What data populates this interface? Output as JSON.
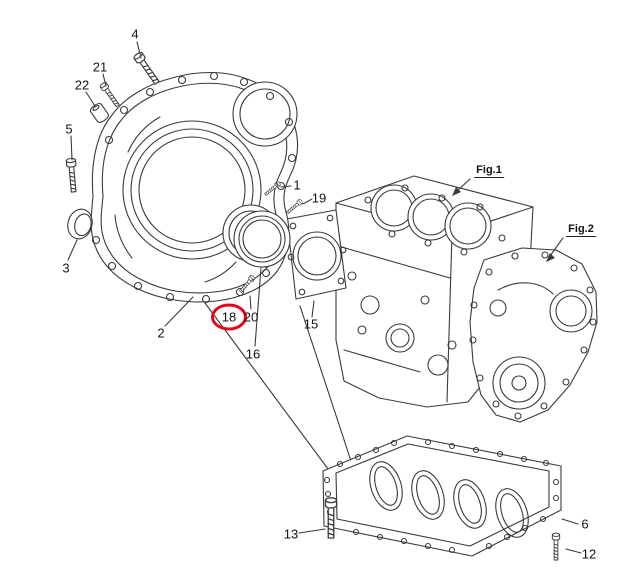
{
  "diagram": {
    "figure_labels": [
      {
        "text": "Fig.1"
      },
      {
        "text": "Fig.2"
      }
    ],
    "part_callouts": [
      {
        "text": "1"
      },
      {
        "text": "2"
      },
      {
        "text": "3"
      },
      {
        "text": "4"
      },
      {
        "text": "5"
      },
      {
        "text": "6"
      },
      {
        "text": "12"
      },
      {
        "text": "13"
      },
      {
        "text": "15"
      },
      {
        "text": "16"
      },
      {
        "text": "18",
        "highlighted": true
      },
      {
        "text": "19"
      },
      {
        "text": "20"
      },
      {
        "text": "21"
      },
      {
        "text": "22"
      }
    ],
    "highlight": {
      "part": "18",
      "color": "#e8001c"
    },
    "line_color": "#3a3a3a",
    "background_color": "#ffffff"
  }
}
